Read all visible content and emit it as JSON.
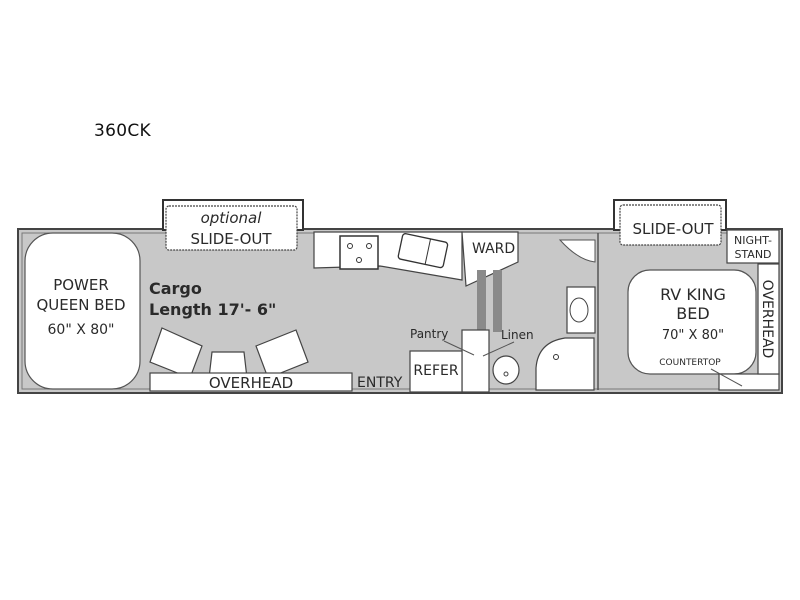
{
  "model_name": "360CK",
  "labels": {
    "front_slideout_optional": "optional",
    "front_slideout": "SLIDE-OUT",
    "power_bed_line1": "POWER",
    "power_bed_line2": "QUEEN BED",
    "power_bed_size": "60\" X 80\"",
    "cargo_line1": "Cargo",
    "cargo_line2": "Length 17'- 6\"",
    "overhead_front": "OVERHEAD",
    "entry": "ENTRY",
    "refer": "REFER",
    "pantry": "Pantry",
    "linen": "Linen",
    "ward": "WARD",
    "rear_slideout": "SLIDE-OUT",
    "nightstand_line1": "NIGHT-",
    "nightstand_line2": "STAND",
    "king_bed_line1": "RV KING",
    "king_bed_line2": "BED",
    "king_bed_size": "70\" X 80\"",
    "countertop": "COUNTERTOP",
    "overhead_rear": "OVERHEAD"
  },
  "colors": {
    "floor": "#c8c8c8",
    "wall": "#333333",
    "fixture": "#ffffff"
  }
}
